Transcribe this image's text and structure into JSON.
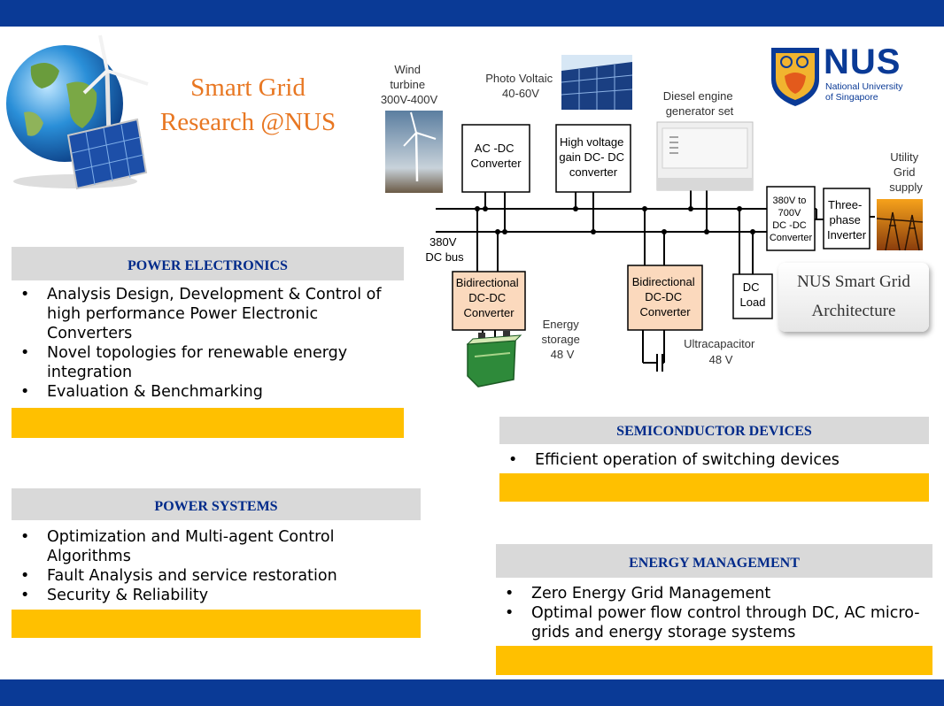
{
  "title": {
    "line1": "Smart Grid",
    "line2": "Research @NUS"
  },
  "logo": {
    "wordmark": "NUS",
    "line1": "National University",
    "line2": "of Singapore"
  },
  "diagram": {
    "wind": {
      "line1": "Wind",
      "line2": "turbine",
      "line3": "300V-400V"
    },
    "pv": {
      "line1": "Photo Voltaic",
      "line2": "40-60V"
    },
    "diesel": {
      "line1": "Diesel engine",
      "line2": "generator set"
    },
    "utility": {
      "line1": "Utility",
      "line2": "Grid",
      "line3": "supply"
    },
    "acdc": {
      "line1": "AC -DC",
      "line2": "Converter"
    },
    "hv": {
      "line1": "High voltage",
      "line2": "gain DC- DC",
      "line3": "converter"
    },
    "dcdc380": {
      "line1": "380V to",
      "line2": "700V",
      "line3": "DC -DC",
      "line4": "Converter"
    },
    "inverter": {
      "line1": "Three-",
      "line2": "phase",
      "line3": "Inverter"
    },
    "bus": {
      "line1": "380V",
      "line2": "DC bus"
    },
    "bidir1": {
      "line1": "Bidirectional",
      "line2": "DC-DC",
      "line3": "Converter"
    },
    "bidir2": {
      "line1": "Bidirectional",
      "line2": "DC-DC",
      "line3": "Converter"
    },
    "dcload": {
      "line1": "DC",
      "line2": "Load"
    },
    "energy_storage": {
      "line1": "Energy",
      "line2": "storage",
      "line3": "48 V"
    },
    "ultracap": {
      "line1": "Ultracapacitor",
      "line2": "48 V"
    },
    "architecture": {
      "line1": "NUS Smart Grid",
      "line2": "Architecture"
    }
  },
  "sections": {
    "power_electronics": {
      "title": "POWER ELECTRONICS",
      "items": [
        "Analysis Design, Development & Control of high performance Power Electronic Converters",
        "Novel topologies for renewable energy integration",
        "Evaluation & Benchmarking"
      ]
    },
    "power_systems": {
      "title": "POWER SYSTEMS",
      "items": [
        "Optimization and Multi-agent Control Algorithms",
        "Fault Analysis and service restoration",
        "Security & Reliability"
      ]
    },
    "semiconductor": {
      "title": "SEMICONDUCTOR DEVICES",
      "items": [
        "Efficient operation of switching devices"
      ]
    },
    "energy_mgmt": {
      "title": "ENERGY MANAGEMENT",
      "items": [
        "Zero Energy Grid Management",
        "Optimal power flow control through DC, AC micro-grids and energy storage systems"
      ]
    }
  },
  "colors": {
    "band": "#0a3a96",
    "accent_orange": "#e87722",
    "header_gray": "#d9d9d9",
    "footer_yellow": "#ffc000",
    "converter_fill": "#fbd9bd"
  }
}
